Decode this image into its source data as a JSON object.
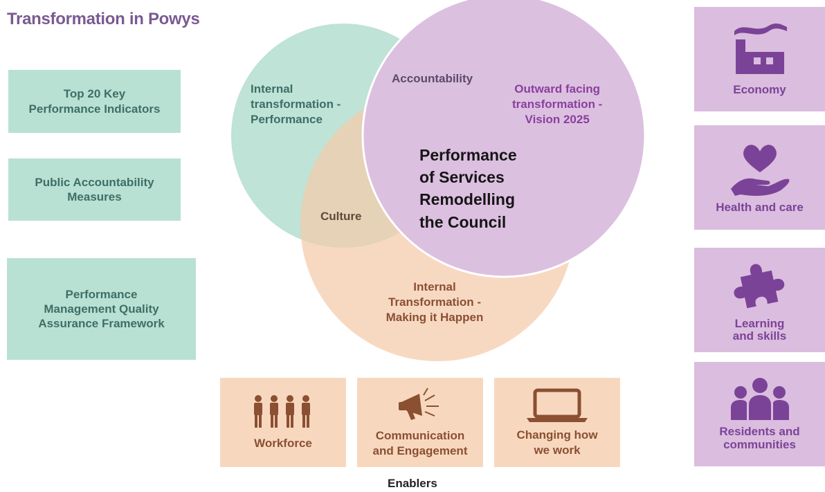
{
  "title": "Transformation in Powys",
  "measures": [
    "Top 20 Key\nPerformance Indicators",
    "Public Accountability\nMeasures",
    "Performance\nManagement Quality\nAssurance Framework"
  ],
  "venn": {
    "internal_performance": "Internal\ntransformation -\nPerformance",
    "accountability": "Accountability",
    "outward": "Outward facing\ntransformation -\nVision 2025",
    "center": "Performance\nof Services\nRemodelling\nthe Council",
    "culture": "Culture",
    "making_it_happen": "Internal\nTransformation -\nMaking it Happen"
  },
  "enablers": {
    "caption": "Enablers",
    "items": [
      {
        "label": "Workforce",
        "icon": "workforce-people-icon"
      },
      {
        "label": "Communication\nand Engagement",
        "icon": "megaphone-icon"
      },
      {
        "label": "Changing how\nwe work",
        "icon": "laptop-icon"
      }
    ]
  },
  "outcomes": [
    {
      "label": "Economy",
      "icon": "factory-icon"
    },
    {
      "label": "Health and care",
      "icon": "heart-hand-icon"
    },
    {
      "label": "Learning\nand skills",
      "icon": "puzzle-icon"
    },
    {
      "label": "Residents and\ncommunities",
      "icon": "people-group-icon"
    }
  ],
  "colors": {
    "teal_box": "#b9e1d3",
    "peach_box": "#f7d8bf",
    "lilac_box": "#dbbddf",
    "teal_circle": "#bfe3d6",
    "peach_circle": "#f7d9c2",
    "lilac_circle": "#dcc0e0",
    "overlap": "#e5d2b7",
    "title": "#7a5a92"
  }
}
